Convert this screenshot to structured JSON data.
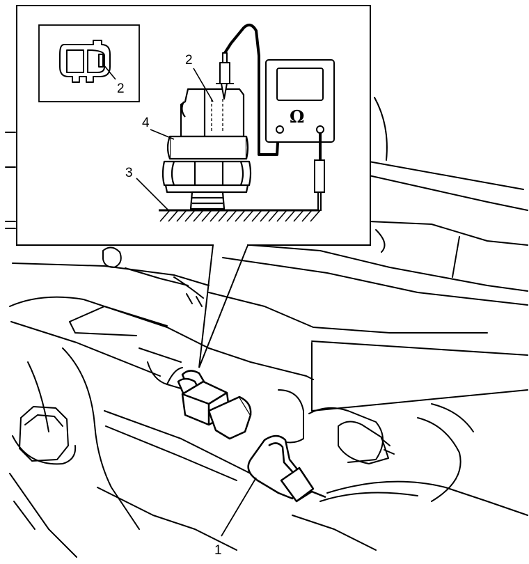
{
  "figure": {
    "callouts": {
      "terminal_in_connector": "2",
      "sensor_terminal": "2",
      "sensor_body": "4",
      "ground": "3",
      "engine_sensor": "1"
    },
    "meter_symbol": "Ω"
  }
}
